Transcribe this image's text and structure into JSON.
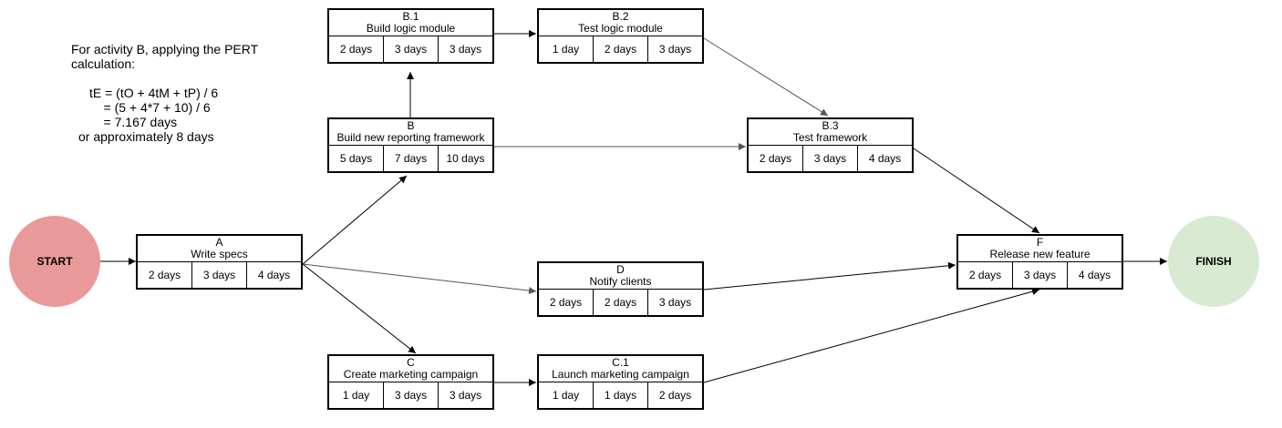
{
  "note": {
    "intro": "For activity B, applying the PERT calculation:",
    "formula_lines": [
      "tE = (tO + 4tM + tP) / 6",
      "    = (5 + 4*7 + 10) / 6",
      "    = 7.167 days",
      "or approximately 8 days"
    ]
  },
  "start": {
    "label": "START",
    "color": "#ea9999"
  },
  "finish": {
    "label": "FINISH",
    "color": "#d9ead3"
  },
  "nodes": [
    {
      "id": "A",
      "label": "A",
      "title": "Write specs",
      "estimates": [
        "2 days",
        "3 days",
        "4 days"
      ]
    },
    {
      "id": "B",
      "label": "B",
      "title": "Build new reporting framework",
      "estimates": [
        "5 days",
        "7 days",
        "10 days"
      ]
    },
    {
      "id": "B1",
      "label": "B.1",
      "title": "Build logic module",
      "estimates": [
        "2 days",
        "3 days",
        "3 days"
      ]
    },
    {
      "id": "B2",
      "label": "B.2",
      "title": "Test logic module",
      "estimates": [
        "1 day",
        "2 days",
        "3 days"
      ]
    },
    {
      "id": "B3",
      "label": "B.3",
      "title": "Test framework",
      "estimates": [
        "2 days",
        "3 days",
        "4 days"
      ]
    },
    {
      "id": "C",
      "label": "C",
      "title": "Create marketing campaign",
      "estimates": [
        "1 day",
        "3 days",
        "3 days"
      ]
    },
    {
      "id": "C1",
      "label": "C.1",
      "title": "Launch marketing campaign",
      "estimates": [
        "1 day",
        "1 days",
        "2 days"
      ]
    },
    {
      "id": "D",
      "label": "D",
      "title": "Notify clients",
      "estimates": [
        "2 days",
        "2 days",
        "3 days"
      ]
    },
    {
      "id": "F",
      "label": "F",
      "title": "Release new feature",
      "estimates": [
        "2 days",
        "3 days",
        "4 days"
      ]
    }
  ],
  "edges": [
    [
      "START",
      "A"
    ],
    [
      "A",
      "B"
    ],
    [
      "A",
      "D"
    ],
    [
      "A",
      "C"
    ],
    [
      "B",
      "B1"
    ],
    [
      "B1",
      "B2"
    ],
    [
      "B2",
      "B3"
    ],
    [
      "B",
      "B3"
    ],
    [
      "B3",
      "F"
    ],
    [
      "D",
      "F"
    ],
    [
      "C",
      "C1"
    ],
    [
      "C1",
      "F"
    ],
    [
      "F",
      "FINISH"
    ]
  ]
}
